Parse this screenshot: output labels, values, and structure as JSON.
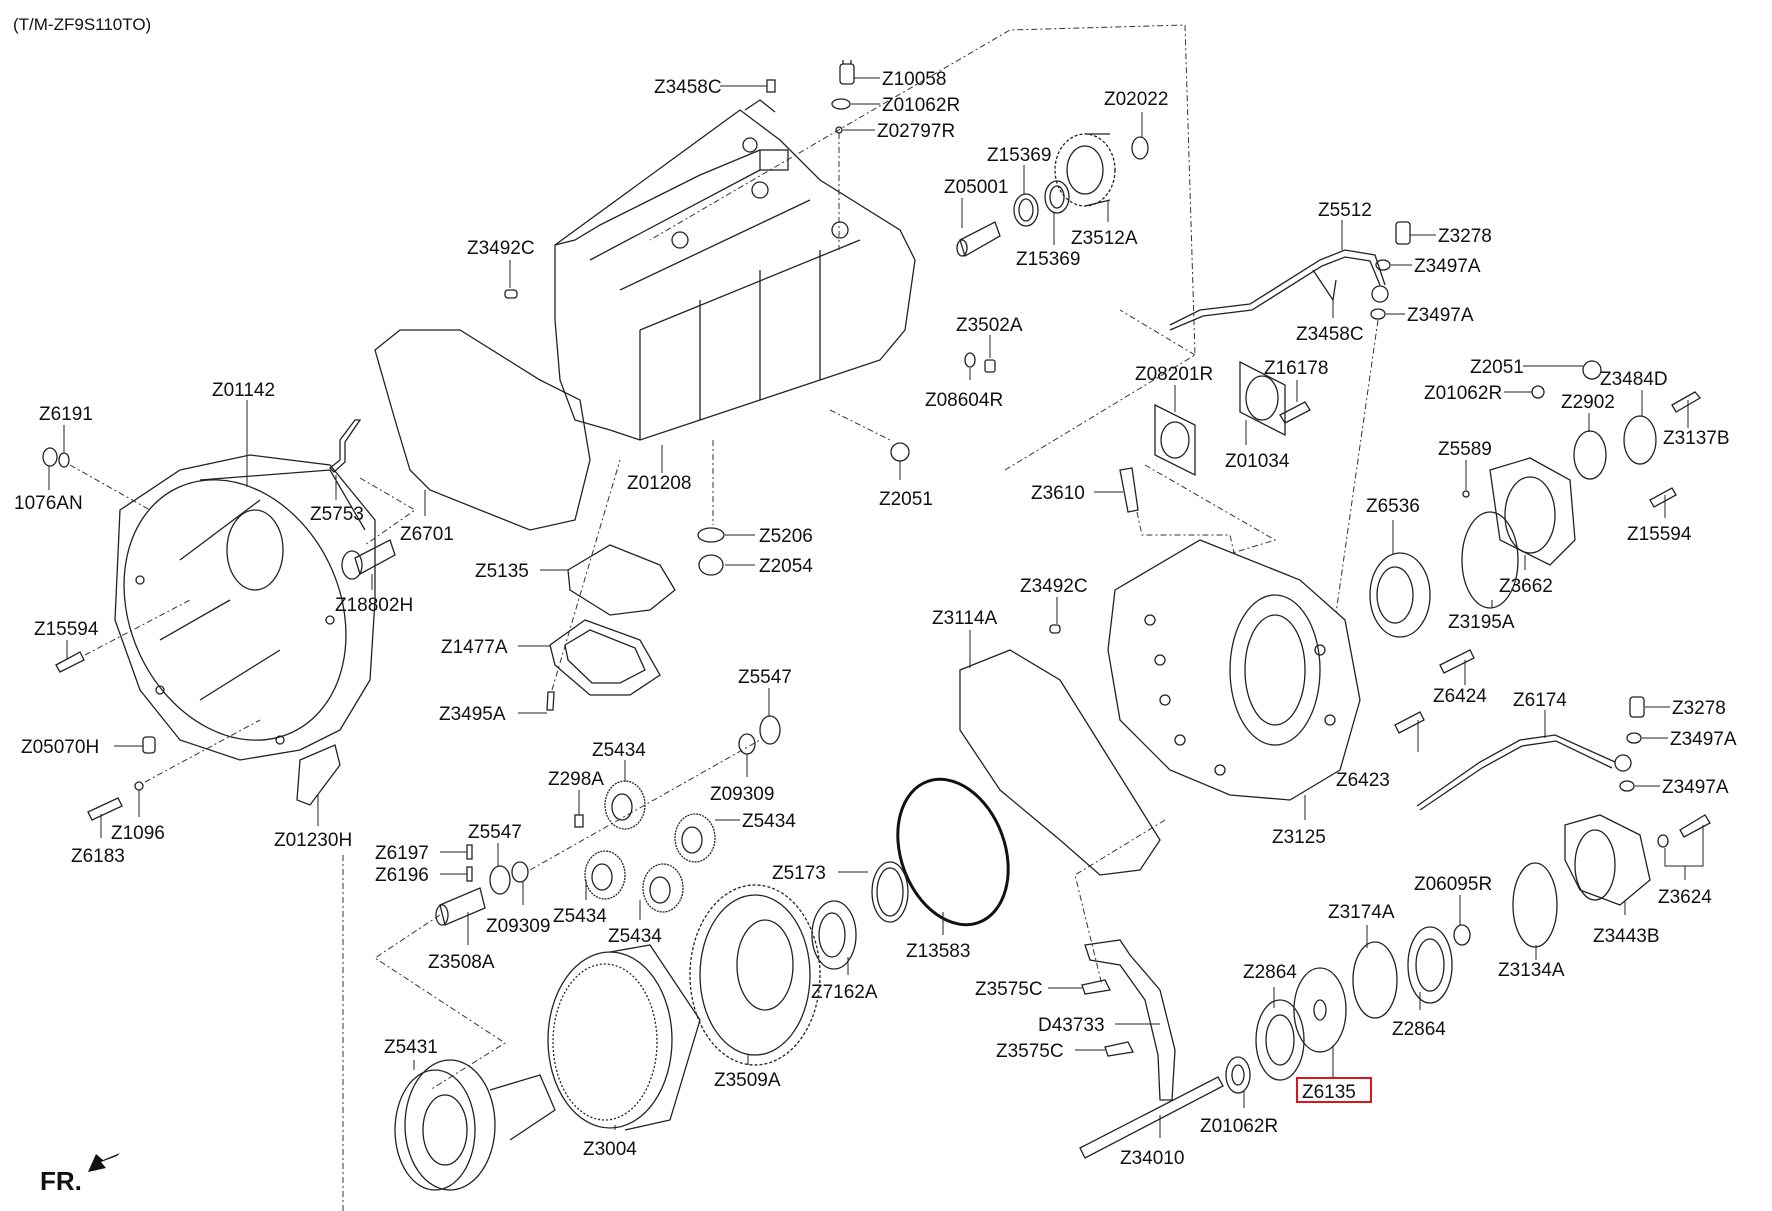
{
  "title": "(T/M-ZF9S110TO)",
  "front_marker": "FR.",
  "highlight_color": "#e0151b",
  "highlighted_part": "Z6135",
  "labels": {
    "z3458c_top": "Z3458C",
    "z10058": "Z10058",
    "z01062r_top": "Z01062R",
    "z02797r": "Z02797R",
    "z02022": "Z02022",
    "z15369_a": "Z15369",
    "z05001": "Z05001",
    "z3512a": "Z3512A",
    "z15369_b": "Z15369",
    "z3492c_top": "Z3492C",
    "z5512": "Z5512",
    "z3278_top": "Z3278",
    "z3497a_1": "Z3497A",
    "z3497a_2": "Z3497A",
    "z3458c_mid": "Z3458C",
    "z3502a": "Z3502A",
    "z08604r": "Z08604R",
    "z08201r": "Z08201R",
    "z16178": "Z16178",
    "z01034": "Z01034",
    "z2051_right": "Z2051",
    "z01062r_right": "Z01062R",
    "z3484d": "Z3484D",
    "z2902": "Z2902",
    "z3137b": "Z3137B",
    "z5589": "Z5589",
    "z15594_right": "Z15594",
    "z6191": "Z6191",
    "z1076an": "1076AN",
    "z01142": "Z01142",
    "z5753": "Z5753",
    "z6701": "Z6701",
    "z01208": "Z01208",
    "z2051_mid": "Z2051",
    "z3610": "Z3610",
    "z6536": "Z6536",
    "z18802h": "Z18802H",
    "z5135": "Z5135",
    "z5206": "Z5206",
    "z2054": "Z2054",
    "z3662": "Z3662",
    "z3195a": "Z3195A",
    "z3492c_mid": "Z3492C",
    "z3114a": "Z3114A",
    "z15594_left": "Z15594",
    "z1477a": "Z1477A",
    "z3495a": "Z3495A",
    "z5547_top": "Z5547",
    "z6424": "Z6424",
    "z6174": "Z6174",
    "z3278_bottom": "Z3278",
    "z3497a_3": "Z3497A",
    "z3497a_4": "Z3497A",
    "z05070h": "Z05070H",
    "z5434_1": "Z5434",
    "z298a": "Z298A",
    "z09309_top": "Z09309",
    "z6423": "Z6423",
    "z5434_2": "Z5434",
    "z6183": "Z6183",
    "z1096": "Z1096",
    "z01230h": "Z01230H",
    "z5547_bottom": "Z5547",
    "z6197": "Z6197",
    "z6196": "Z6196",
    "z3125": "Z3125",
    "z3624": "Z3624",
    "z5173": "Z5173",
    "z5434_3": "Z5434",
    "z5434_4": "Z5434",
    "z09309_bottom": "Z09309",
    "z06095r": "Z06095R",
    "z3174a": "Z3174A",
    "z3508a": "Z3508A",
    "z7162a": "Z7162A",
    "z13583": "Z13583",
    "z3443b": "Z3443B",
    "z3134a": "Z3134A",
    "z3575c_1": "Z3575C",
    "z2864_1": "Z2864",
    "d43733": "D43733",
    "z2864_2": "Z2864",
    "z5431": "Z5431",
    "z3575c_2": "Z3575C",
    "z3509a": "Z3509A",
    "z6135": "Z6135",
    "z01062r_bottom": "Z01062R",
    "z3004": "Z3004",
    "z34010": "Z34010"
  }
}
